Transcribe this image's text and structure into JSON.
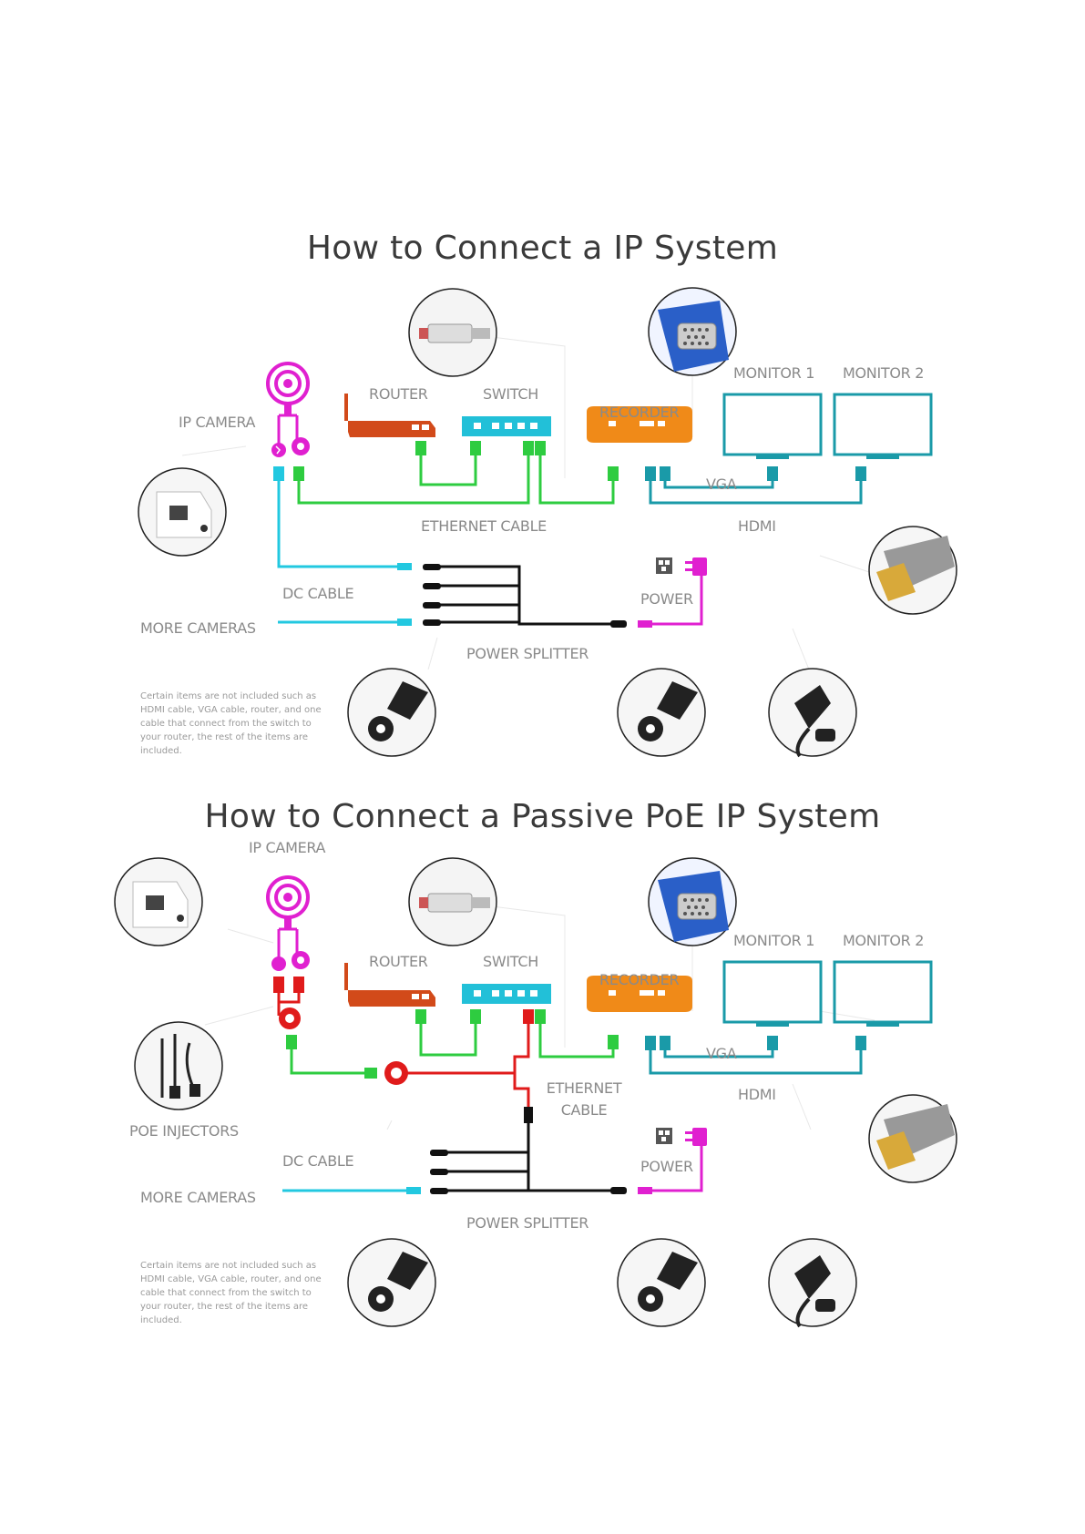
{
  "colors": {
    "camera": "#e020d0",
    "ethernet": "#2ecc40",
    "video": "#1a9aa8",
    "dc": "#22c8e0",
    "router": "#d24a1a",
    "switch": "#22c0d8",
    "recorder": "#f08a18",
    "power": "#000000",
    "poe": "#e01b1b"
  },
  "diagram1": {
    "title": "How to Connect a IP System",
    "labels": {
      "ip_camera": "IP CAMERA",
      "router": "ROUTER",
      "switch": "SWITCH",
      "recorder": "RECORDER",
      "monitor1": "MONITOR 1",
      "monitor2": "MONITOR 2",
      "vga": "VGA",
      "hdmi": "HDMI",
      "ethernet_cable": "ETHERNET CABLE",
      "dc_cable": "DC CABLE",
      "more_cameras": "MORE CAMERAS",
      "power": "POWER",
      "power_splitter": "POWER SPLITTER"
    },
    "note": "Certain items are not included such as HDMI cable, VGA cable, router, and one cable that connect from the switch to your router, the rest of the items are included."
  },
  "diagram2": {
    "title": "How to Connect a Passive PoE IP System",
    "labels": {
      "ip_camera": "IP CAMERA",
      "router": "ROUTER",
      "switch": "SWITCH",
      "recorder": "RECORDER",
      "monitor1": "MONITOR 1",
      "monitor2": "MONITOR 2",
      "vga": "VGA",
      "hdmi": "HDMI",
      "ethernet_cable_line1": "ETHERNET",
      "ethernet_cable_line2": "CABLE",
      "poe_injectors": "POE INJECTORS",
      "dc_cable": "DC CABLE",
      "more_cameras": "MORE CAMERAS",
      "power": "POWER",
      "power_splitter": "POWER SPLITTER"
    },
    "note": "Certain items are not included such as HDMI cable, VGA cable, router, and one cable that connect from the switch to your router, the rest of the items are included."
  },
  "icons": [
    "ethernet-plug-icon",
    "vga-connector-icon",
    "camera-back-icon",
    "hdmi-connector-icon",
    "dc-connector-icon",
    "uk-plug-icon",
    "poe-injector-icon",
    "wifi-camera-icon",
    "router-icon",
    "switch-icon",
    "recorder-icon",
    "monitor-icon",
    "plug-icon"
  ]
}
